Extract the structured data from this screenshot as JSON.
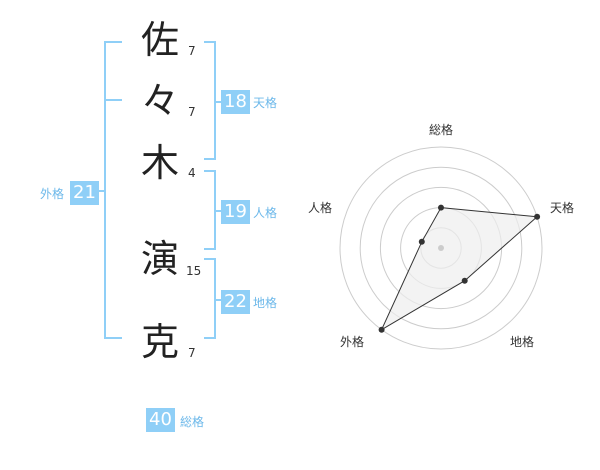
{
  "name": {
    "characters": [
      {
        "char": "佐",
        "strokes": "7"
      },
      {
        "char": "々",
        "strokes": "7"
      },
      {
        "char": "木",
        "strokes": "4"
      },
      {
        "char": "演",
        "strokes": "15"
      },
      {
        "char": "克",
        "strokes": "7"
      }
    ]
  },
  "kakusu": {
    "tenkaku": {
      "label": "天格",
      "value": "18"
    },
    "jinkaku": {
      "label": "人格",
      "value": "19"
    },
    "chikaku": {
      "label": "地格",
      "value": "22"
    },
    "gaikaku": {
      "label": "外格",
      "value": "21"
    },
    "soukaku": {
      "label": "総格",
      "value": "40"
    }
  },
  "radar": {
    "labels": {
      "top": "総格",
      "upper_right": "天格",
      "lower_right": "地格",
      "lower_left": "外格",
      "upper_left": "人格"
    },
    "scores": {
      "soukaku": 0.4,
      "tenkaku": 1.0,
      "chikaku": 0.4,
      "gaikaku": 1.0,
      "jinkaku": 0.2
    },
    "colors": {
      "ring": "#cccccc",
      "polygon_fill": "#eeeeee",
      "polygon_stroke": "#333333",
      "point": "#333333",
      "center": "#cccccc"
    }
  },
  "colors": {
    "accent": "#8fcff7",
    "accent_text": "#6cb8ea"
  }
}
